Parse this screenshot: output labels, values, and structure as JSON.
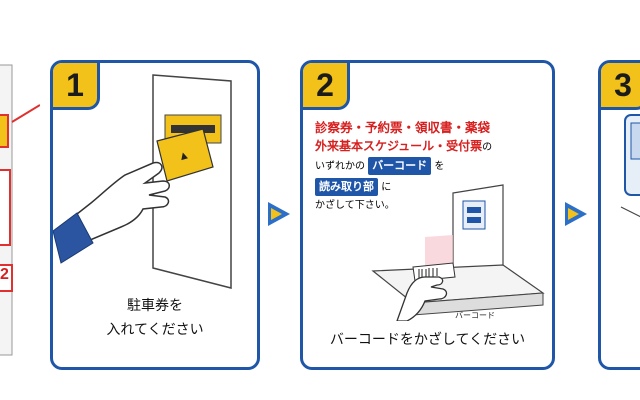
{
  "steps": [
    {
      "number": "1",
      "caption_line1": "駐車券を",
      "caption_line2": "入れてください"
    },
    {
      "number": "2",
      "caption": "バーコードをかざしてください",
      "instruction_red_line1": "診察券・予約票・領収書・薬袋",
      "instruction_red_line2": "外来基本スケジュール・受付票",
      "instruction_no": "の",
      "instruction_prefix": "いずれかの",
      "instruction_barcode": "バーコード",
      "instruction_wo": "を",
      "instruction_reader": "読み取り部",
      "instruction_ni": "に",
      "instruction_suffix": "かざして下さい。",
      "scanner_label": "バーコード"
    },
    {
      "number": "3"
    }
  ],
  "left_fragment": {
    "number": "2"
  },
  "colors": {
    "border": "#1f56a8",
    "badge": "#f2c21a",
    "ticket": "#f2c21a",
    "red": "#d6201f",
    "arrow": "#2b6fc8"
  }
}
